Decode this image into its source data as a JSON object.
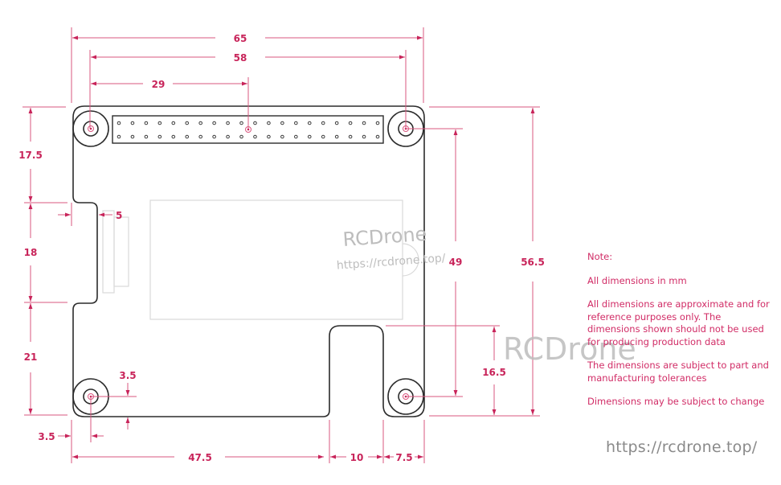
{
  "diagram": {
    "type": "mechanical dimension drawing",
    "units": "mm",
    "accent_color": "#c8245a",
    "outline_color": "#2b2b2b"
  },
  "dimensions": {
    "overall_width": "65",
    "hole_spacing_x": "58",
    "header_center": "29",
    "top_to_notch": "17.5",
    "notch_height": "18",
    "notch_to_bottom": "21",
    "notch_depth": "5",
    "hole_inset_y": "3.5",
    "hole_inset_x": "3.5",
    "bottom_left_segment": "47.5",
    "cutout_width": "10",
    "right_tab_width": "7.5",
    "hole_spacing_y": "49",
    "overall_height": "56.5",
    "cutout_depth": "16.5"
  },
  "header": {
    "rows": 2,
    "pins_per_row": 20
  },
  "watermarks": {
    "center_brand": "RCDrone",
    "center_url": "https://rcdrone.top/",
    "right_brand": "RCDrone"
  },
  "notes": {
    "title": "Note:",
    "items": [
      "All dimensions in mm",
      "All dimensions are approximate and for reference purposes only. The dimensions shown should not be used for producing production data",
      "The dimensions are subject to part and manufacturing tolerances",
      "Dimensions may be subject to change"
    ]
  },
  "footer": {
    "url": "https://rcdrone.top/"
  }
}
